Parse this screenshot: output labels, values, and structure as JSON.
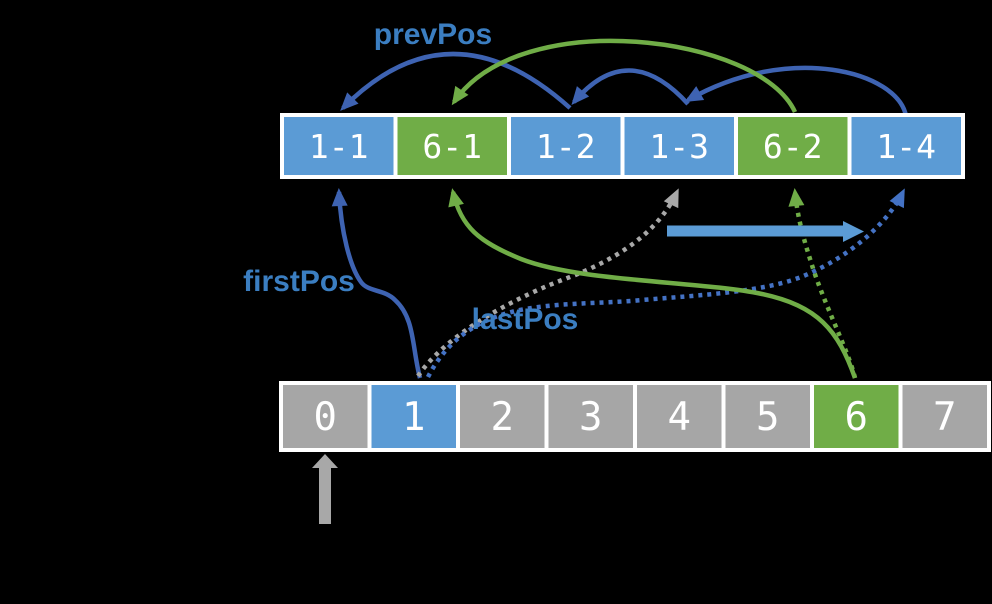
{
  "diagram": {
    "title_hint": "linked-list insertion with position pointers",
    "pointer_labels": {
      "prevPos": "prevPos",
      "firstPos": "firstPos",
      "lastPos": "lastPos"
    },
    "rows": {
      "top": {
        "cells": [
          {
            "label": "1-1",
            "color": "blue"
          },
          {
            "label": "6-1",
            "color": "green"
          },
          {
            "label": "1-2",
            "color": "blue"
          },
          {
            "label": "1-3",
            "color": "blue"
          },
          {
            "label": "6-2",
            "color": "green"
          },
          {
            "label": "1-4",
            "color": "blue"
          }
        ]
      },
      "bottom": {
        "cells": [
          {
            "label": "0",
            "color": "gray"
          },
          {
            "label": "1",
            "color": "blue"
          },
          {
            "label": "2",
            "color": "gray"
          },
          {
            "label": "3",
            "color": "gray"
          },
          {
            "label": "4",
            "color": "gray"
          },
          {
            "label": "5",
            "color": "gray"
          },
          {
            "label": "6",
            "color": "green"
          },
          {
            "label": "7",
            "color": "gray"
          }
        ]
      }
    },
    "edges": [
      {
        "name": "prevpos-arc-1",
        "from": "1-2",
        "to": "1-1",
        "style": "solid",
        "color": "#3E63B2"
      },
      {
        "name": "prevpos-arc-2",
        "from": "1-3",
        "to": "1-2",
        "style": "solid",
        "color": "#3E63B2"
      },
      {
        "name": "prevpos-arc-3",
        "from": "1-4",
        "to": "1-3",
        "style": "solid",
        "color": "#3E63B2"
      },
      {
        "name": "prevpos-arc-green",
        "from": "6-2",
        "to": "6-1",
        "style": "solid",
        "color": "#70AD47"
      },
      {
        "name": "firstpos-curve",
        "from": "array-cell-1",
        "to": "1-1",
        "style": "solid",
        "color": "#3E63B2"
      },
      {
        "name": "old-pos-curve",
        "from": "array-cell-1",
        "to": "1-3",
        "style": "dotted",
        "color": "#A8A8A8"
      },
      {
        "name": "lastpos-curve",
        "from": "array-cell-1",
        "to": "1-4",
        "style": "dotted",
        "color": "#4472C4"
      },
      {
        "name": "green-solid-curve",
        "from": "array-cell-6",
        "to": "6-1",
        "style": "solid",
        "color": "#70AD47"
      },
      {
        "name": "green-dotted-curve",
        "from": "array-cell-6",
        "to": "6-2",
        "style": "dotted",
        "color": "#70AD47"
      },
      {
        "name": "advance-arrow",
        "direction": "right",
        "style": "thick-solid",
        "color": "#5B9BD5"
      },
      {
        "name": "index-0-arrow",
        "direction": "up",
        "style": "block",
        "color": "#A8A8A8"
      }
    ],
    "palette": {
      "background": "#000000",
      "node_blue": "#5B9BD5",
      "node_green": "#70AD47",
      "node_gray": "#A6A6A6",
      "node_border": "#FFFFFF",
      "node_text": "#FFFFFF",
      "arc_blue_solid": "#3E63B2",
      "arc_blue_dotted": "#4472C4",
      "arc_green": "#70AD47",
      "arc_gray": "#A8A8A8",
      "label_blue": "#3B7EC1",
      "advance_arrow_blue": "#5B9BD5"
    }
  }
}
